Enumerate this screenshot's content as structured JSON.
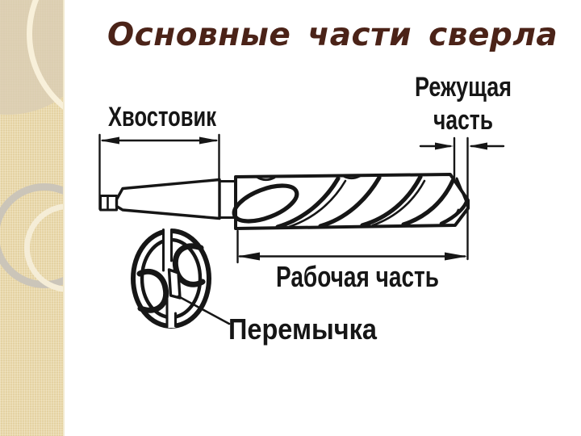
{
  "slide": {
    "title": "Основные части сверла"
  },
  "diagram": {
    "labels": {
      "shank": "Хвостовик",
      "cutting_part_line1": "Режущая",
      "cutting_part_line2": "часть",
      "working_part": "Рабочая часть",
      "web": "Перемычка"
    }
  },
  "colors": {
    "slide-bg": "#ffffff",
    "sidebar-bg": "#e9d8ab",
    "title-color": "#4b2318",
    "ink": "#161616"
  }
}
